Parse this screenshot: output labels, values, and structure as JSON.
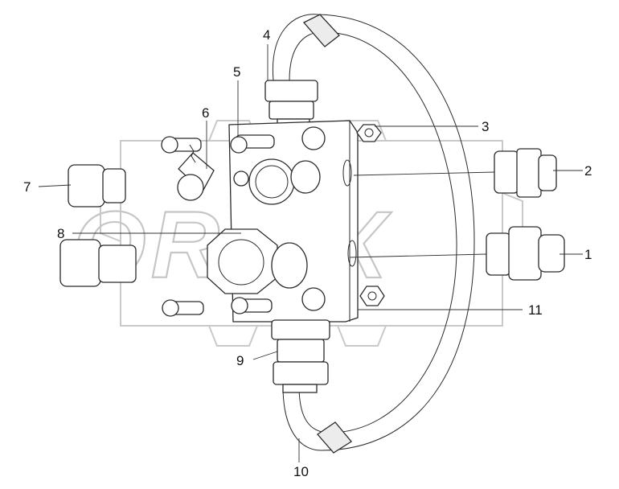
{
  "callouts": {
    "c1": "1",
    "c2": "2",
    "c3": "3",
    "c4": "4",
    "c5": "5",
    "c6": "6",
    "c7": "7",
    "c8": "8",
    "c9": "9",
    "c10": "10",
    "c11": "11"
  },
  "watermark": {
    "text": "ORIEX"
  }
}
